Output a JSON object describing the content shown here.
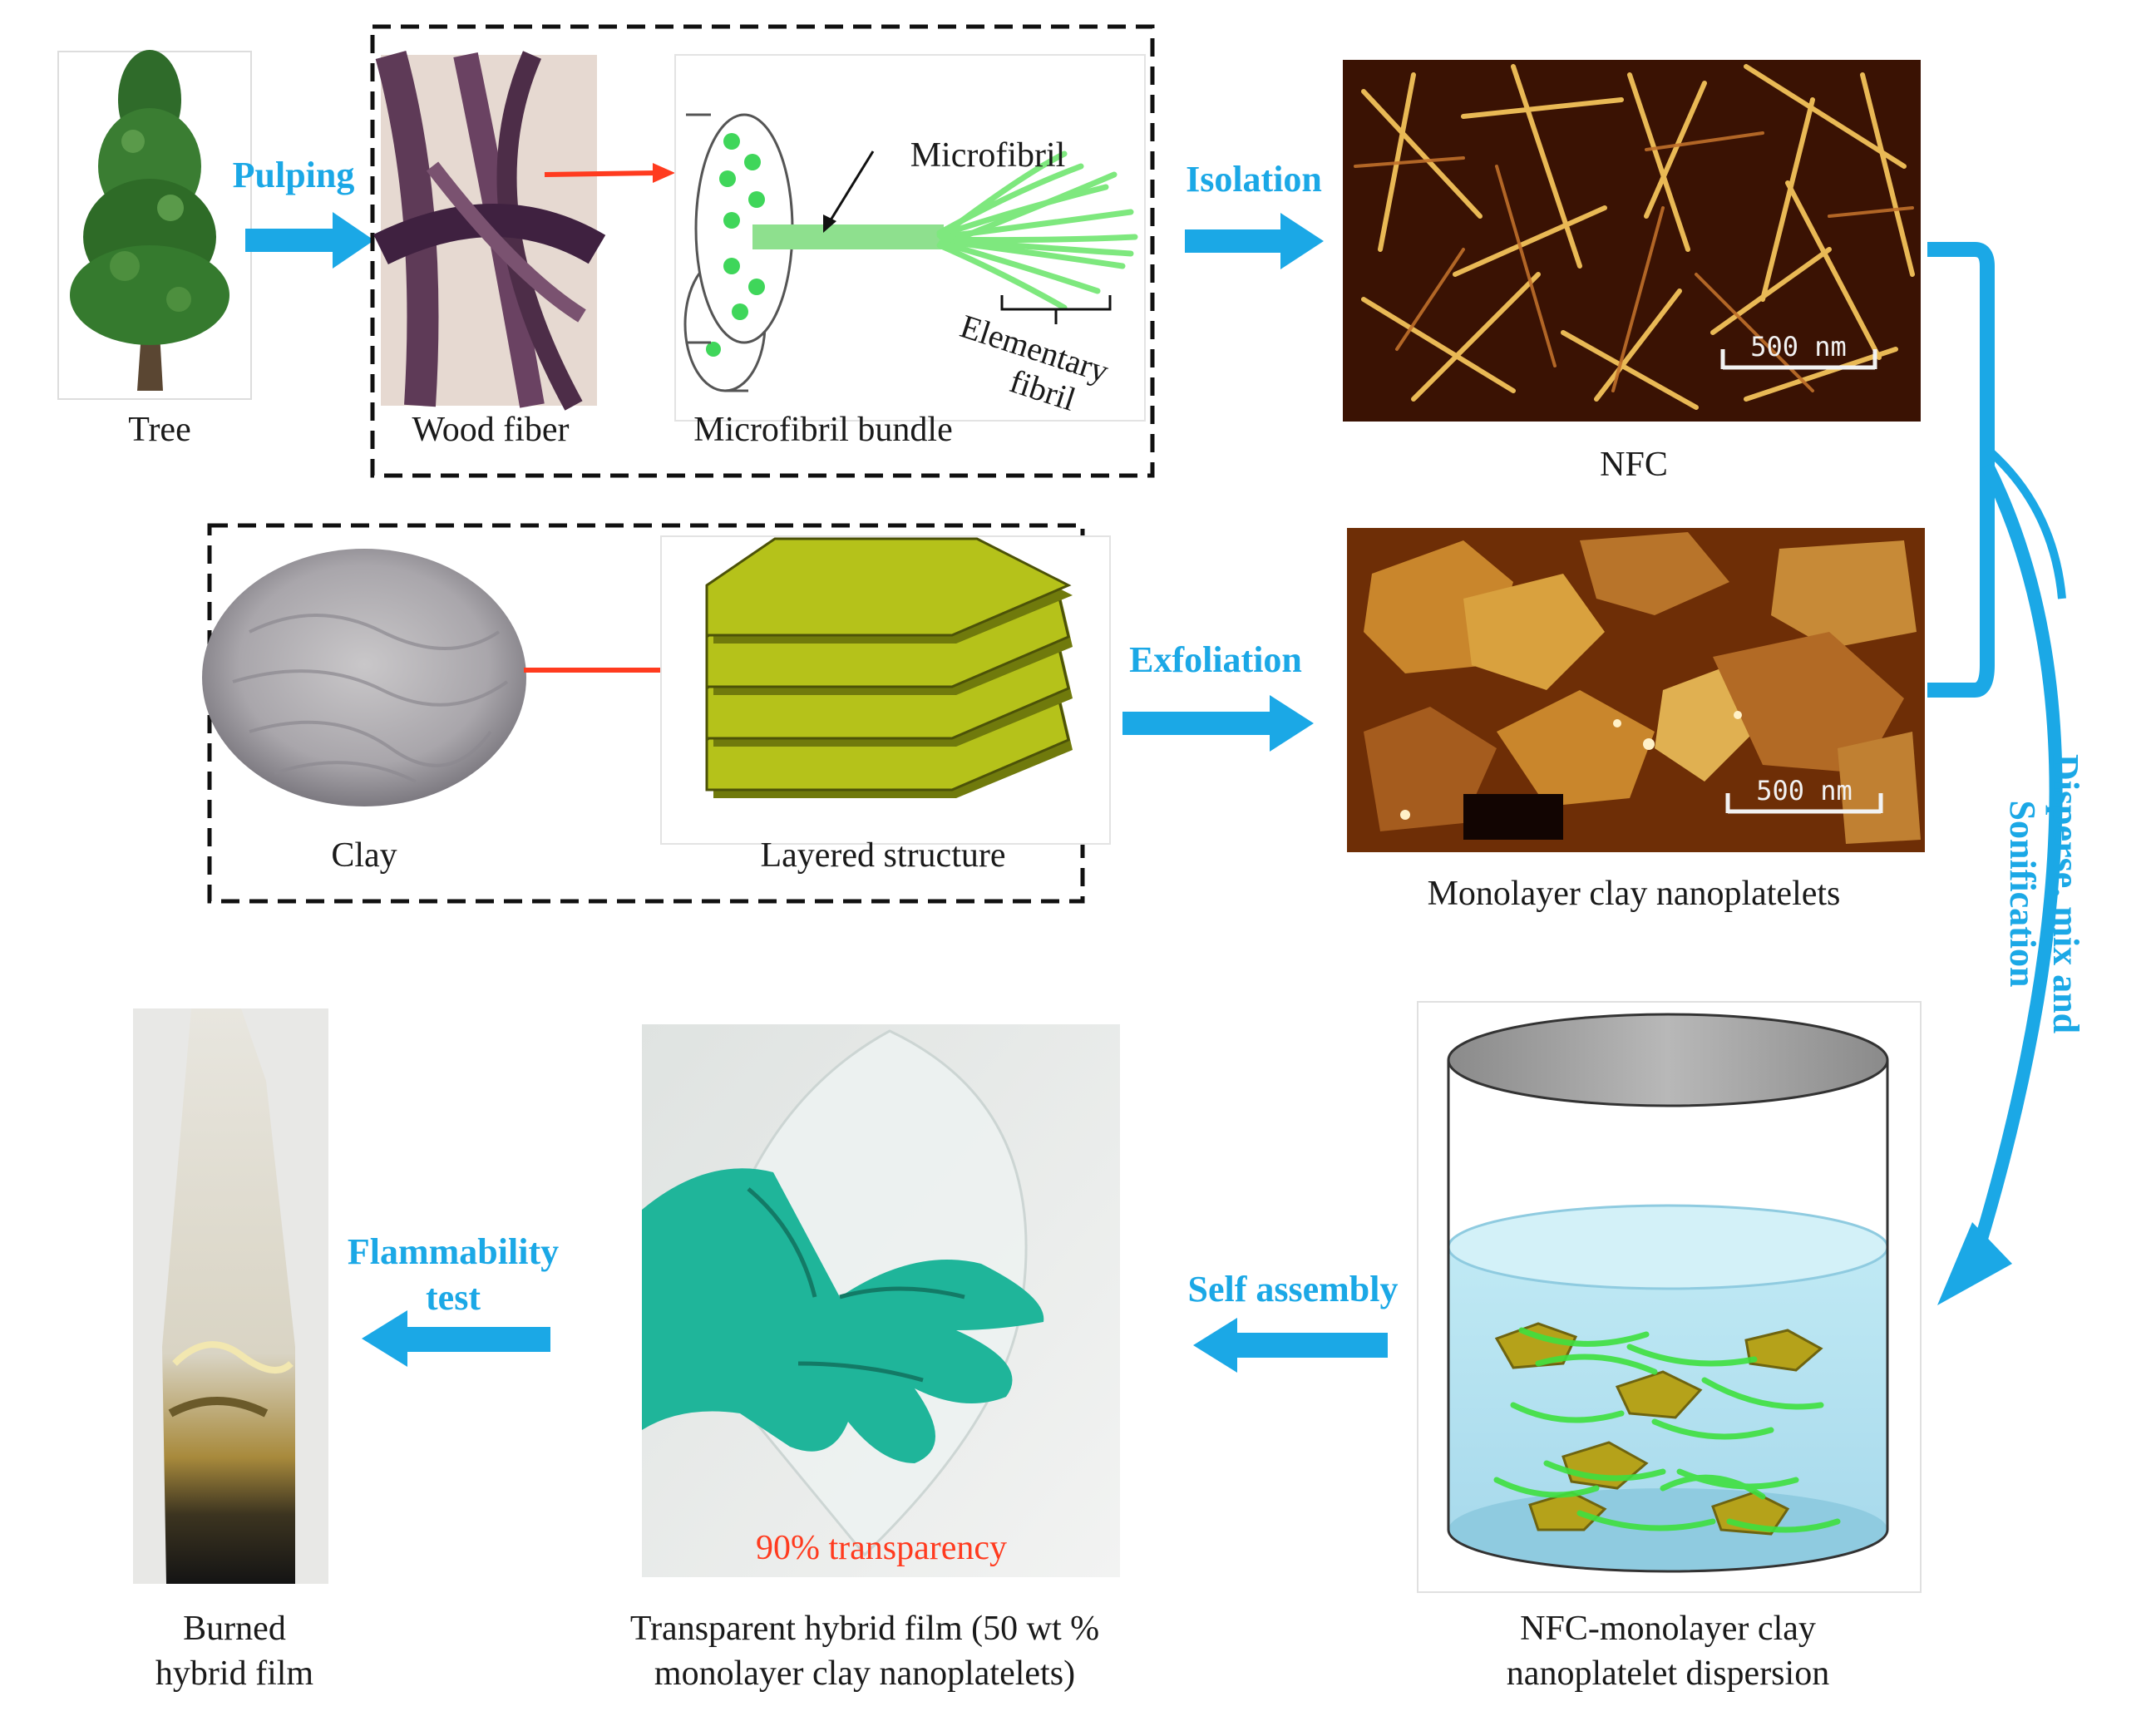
{
  "labels": {
    "tree": "Tree",
    "wood_fiber": "Wood fiber",
    "microfibril_bundle": "Microfibril bundle",
    "microfibril": "Microfibril",
    "elementary_fibril_1": "Elementary",
    "elementary_fibril_2": "fibril",
    "nfc": "NFC",
    "clay": "Clay",
    "layered_structure": "Layered structure",
    "monolayer_clay": "Monolayer clay nanoplatelets",
    "dispersion_1": "NFC-monolayer clay",
    "dispersion_2": "nanoplatelet dispersion",
    "film_1": "Transparent hybrid film (50 wt %",
    "film_2": "monolayer clay nanoplatelets)",
    "burned_1": "Burned",
    "burned_2": "hybrid film",
    "transparency": "90% transparency",
    "scale_nfc": "500 nm",
    "scale_clay": "500 nm"
  },
  "steps": {
    "pulping": "Pulping",
    "isolation": "Isolation",
    "exfoliation": "Exfoliation",
    "disperse_1": "Disperse, mix and",
    "disperse_2": "Sonification",
    "self_assembly": "Self assembly",
    "flammability_1": "Flammability",
    "flammability_2": "test"
  },
  "colors": {
    "process_arrow": "#1ba8e6",
    "detail_arrow": "#ff3b1f",
    "fibril_green": "#7ee87e",
    "clay_layer": "#b5c21a",
    "afm_dark": "#3a1203",
    "afm_bright": "#f3c25a",
    "glove": "#1fb59a"
  }
}
